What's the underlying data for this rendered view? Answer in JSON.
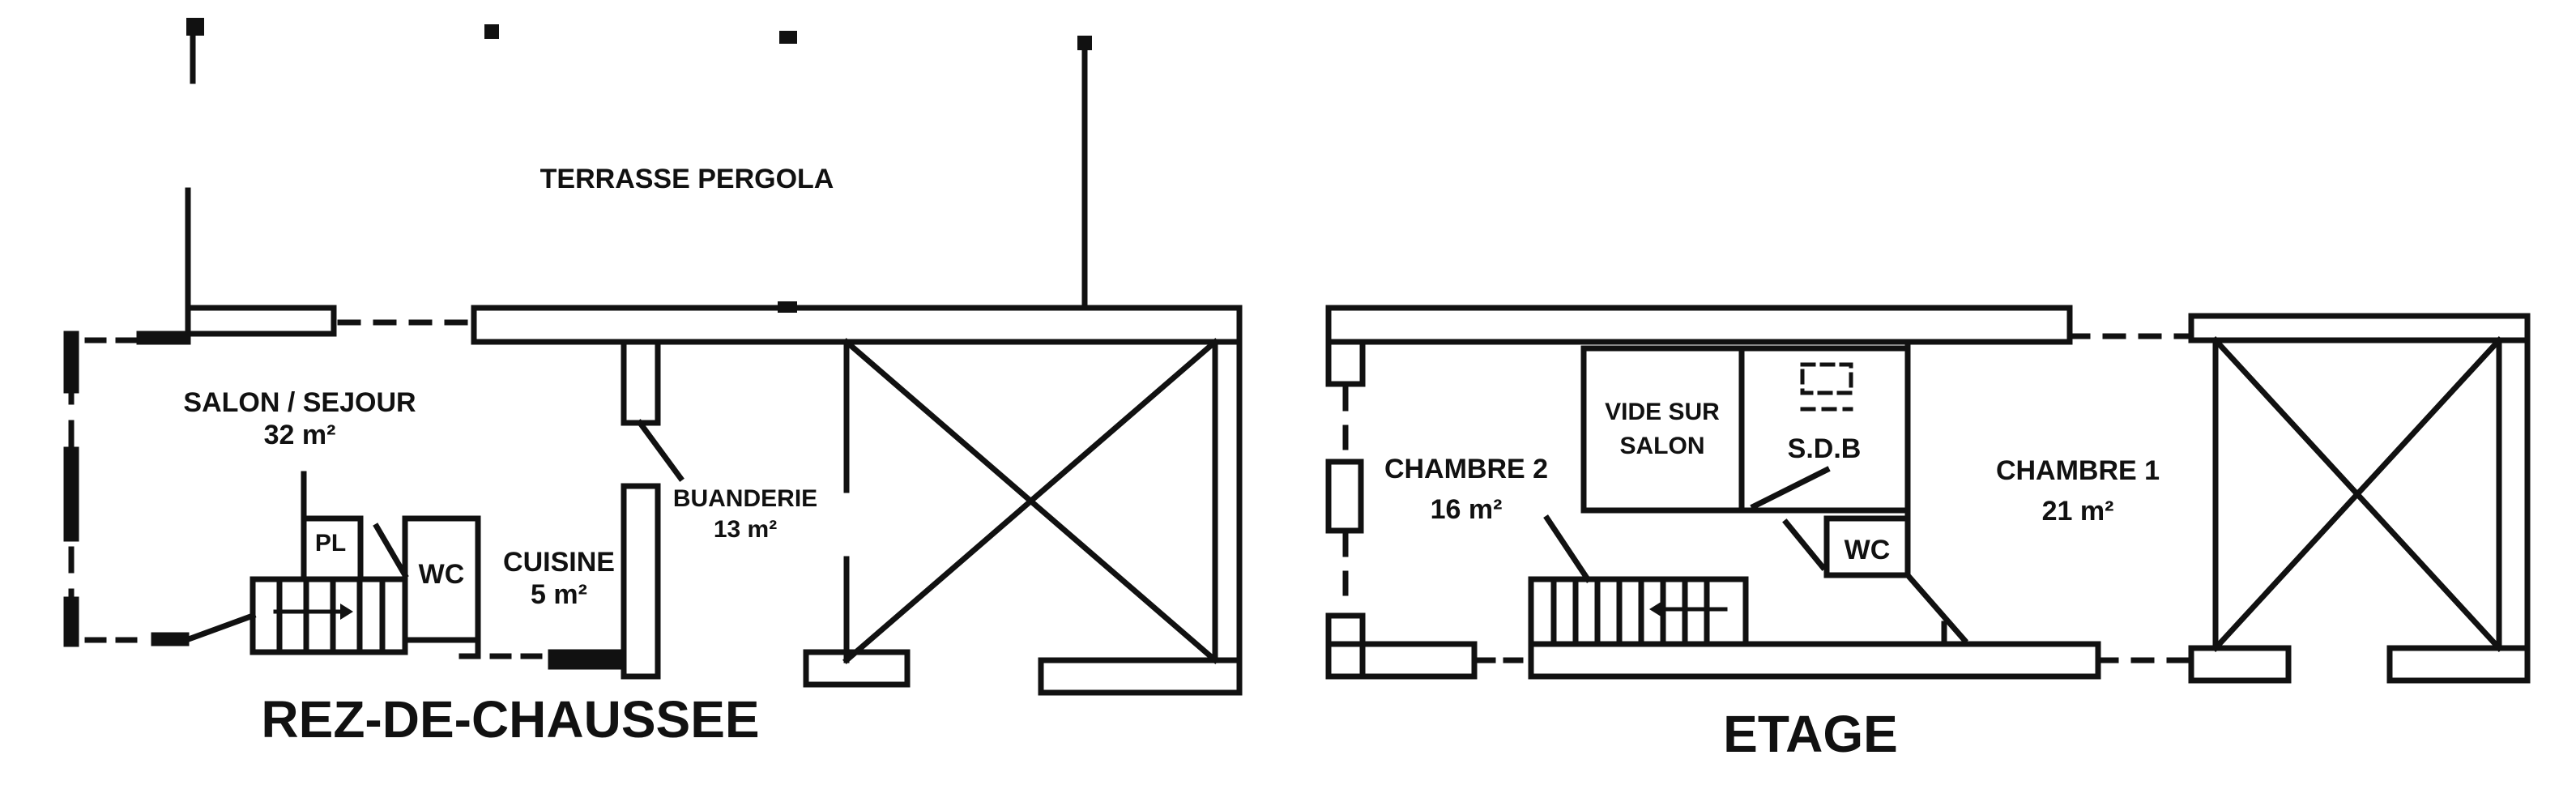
{
  "colors": {
    "wall": "#111111",
    "background": "#ffffff"
  },
  "ground_floor": {
    "title": "REZ-DE-CHAUSSEE",
    "terrace": "TERRASSE PERGOLA",
    "living": {
      "name": "SALON / SEJOUR",
      "area": "32 m²"
    },
    "storage": "PL",
    "wc": "WC",
    "kitchen": {
      "name": "CUISINE",
      "area": "5 m²"
    },
    "laundry": {
      "name": "BUANDERIE",
      "area": "13 m²"
    }
  },
  "upper_floor": {
    "title": "ETAGE",
    "bedroom2": {
      "name": "CHAMBRE 2",
      "area": "16 m²"
    },
    "void": {
      "line1": "VIDE SUR",
      "line2": "SALON"
    },
    "bathroom": "S.D.B",
    "wc": "WC",
    "bedroom1": {
      "name": "CHAMBRE 1",
      "area": "21 m²"
    }
  }
}
